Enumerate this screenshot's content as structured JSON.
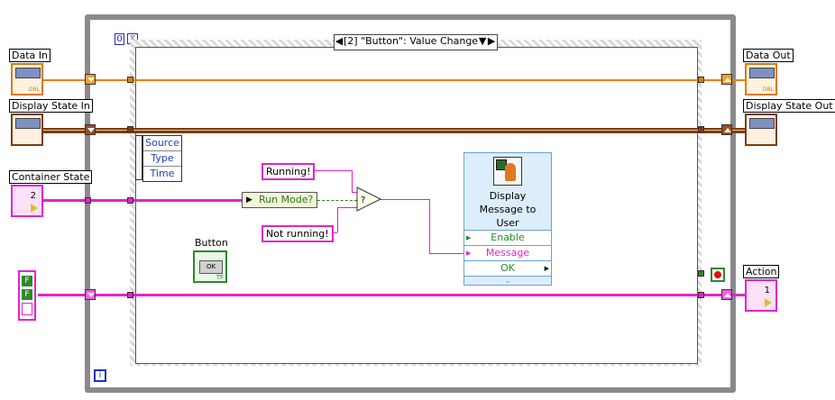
{
  "event_selector": "[2] \"Button\": Value Change",
  "loop_count": "0",
  "iteration_terminal": "i",
  "terminals": {
    "data_in": "Data In",
    "display_state_in": "Display State In",
    "container_state": "Container State",
    "data_out": "Data Out",
    "display_state_out": "Display State Out",
    "action": "Action",
    "button": "Button",
    "button_caption": "OK",
    "dbl_tag": "DBL",
    "tf_tag": "TF",
    "container_index": "2",
    "action_index": "1",
    "bool_f": "F"
  },
  "event_data": [
    "Source",
    "Type",
    "Time"
  ],
  "unbundle_node": "Run Mode?",
  "string_constants": {
    "running": "Running!",
    "not_running": "Not running!"
  },
  "subvi": {
    "title": "Display Message to User",
    "title_lines": [
      "Display",
      "Message to",
      "User"
    ],
    "inputs": [
      "Enable",
      "Message",
      "OK"
    ]
  },
  "colors": {
    "double_wire": "#f07d00",
    "cluster_wire": "#7a3d10",
    "string_wire": "#e024d0",
    "boolean_wire": "#3a7a1a",
    "loop_frame": "#8a8a8a"
  }
}
